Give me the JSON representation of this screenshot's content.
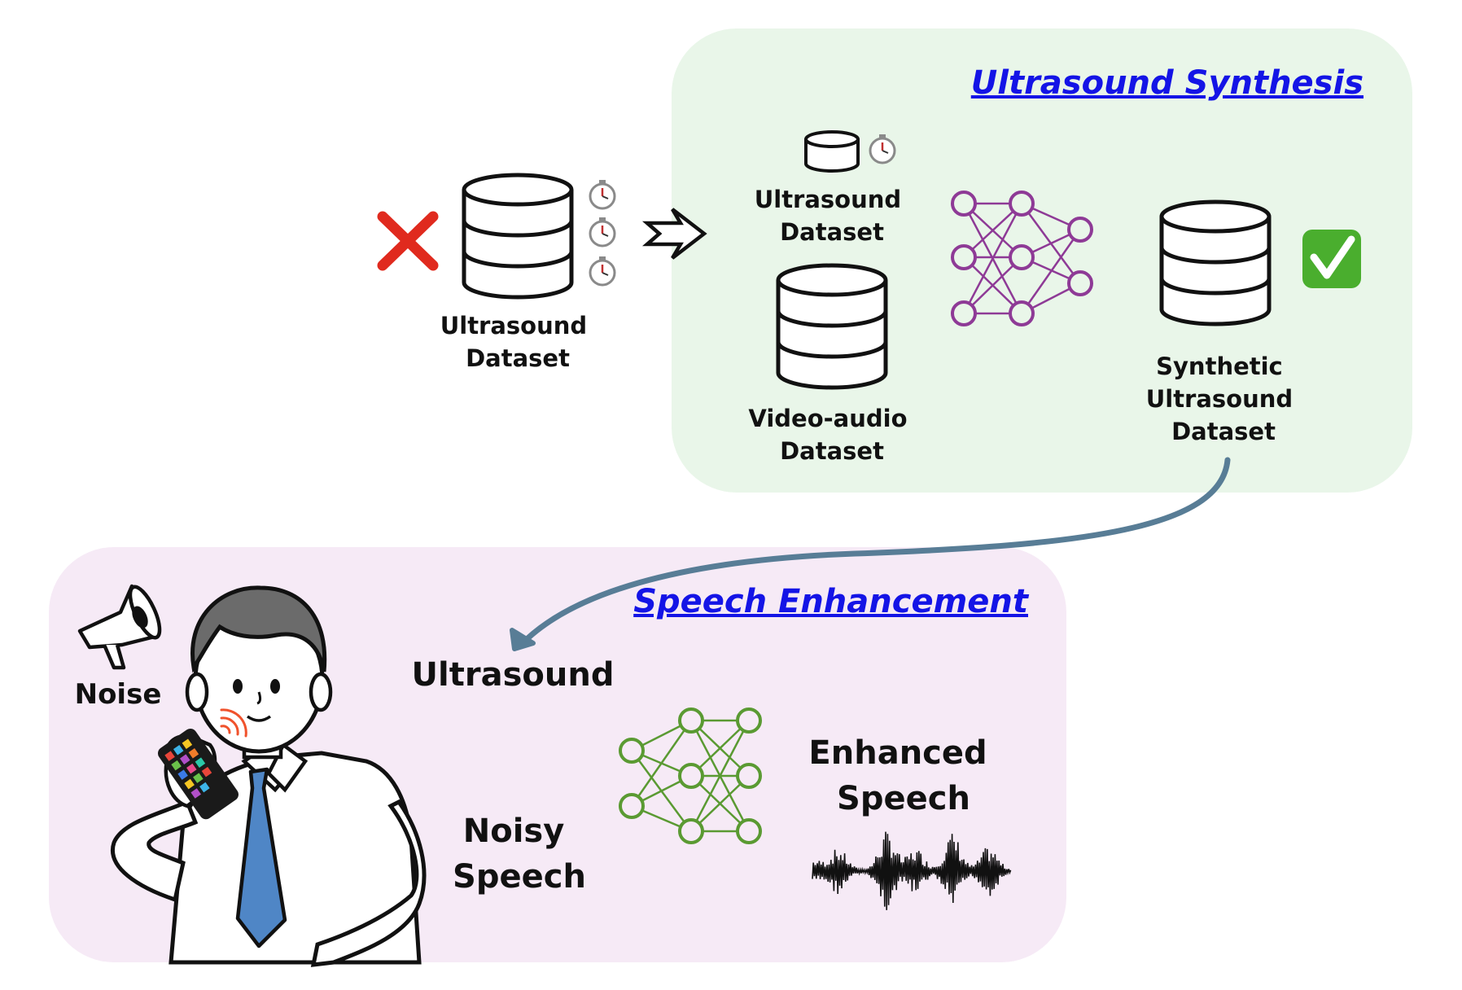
{
  "colors": {
    "synthesis_panel": "#e9f6e9",
    "enhancement_panel": "#f6eaf6",
    "title": "#1414e6",
    "flow_arrow": "#587d96",
    "network_purple": "#8e3a96",
    "network_green": "#5a9a32",
    "reject_mark": "#e02a1e",
    "check_badge": "#4aae2e",
    "tie": "#4f86c6",
    "hair": "#6b6b6b",
    "signal": "#f0522c"
  },
  "synthesis": {
    "title": "Ultrasound Synthesis",
    "small_dataset_label": [
      "Ultrasound",
      "Dataset"
    ],
    "video_dataset_label": [
      "Video-audio",
      "Dataset"
    ],
    "synthetic_dataset_label": [
      "Synthetic",
      "Ultrasound",
      "Dataset"
    ]
  },
  "source": {
    "dataset_label": [
      "Ultrasound",
      "Dataset"
    ]
  },
  "enhancement": {
    "title": "Speech Enhancement",
    "noise_label": "Noise",
    "ultrasound_label": "Ultrasound",
    "noisy_speech_label": [
      "Noisy",
      "Speech"
    ],
    "enhanced_speech_label": [
      "Enhanced",
      "Speech"
    ]
  },
  "icons": {
    "reject": "cross-mark-icon",
    "timer": "stopwatch-icon",
    "arrow": "hollow-right-arrow-icon",
    "check": "check-mark-button-icon",
    "megaphone": "megaphone-icon",
    "phone": "smartphone-icon",
    "waveform": "audio-waveform-icon"
  }
}
